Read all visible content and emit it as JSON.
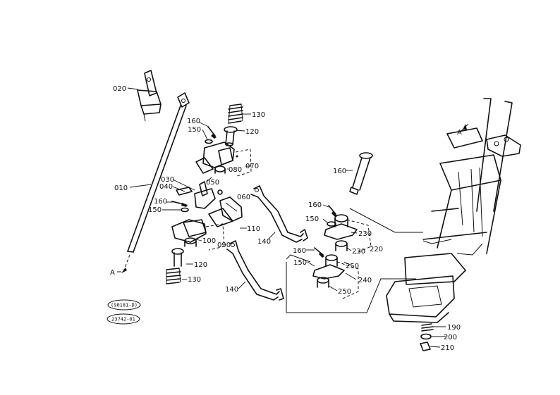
{
  "labels": {
    "p020": "020",
    "p010": "010",
    "p030": "030",
    "p040": "040",
    "p160a": "160",
    "p150a": "150",
    "p160b": "160",
    "p150b": "150",
    "p130a": "130",
    "p120a": "120",
    "p070": "070",
    "p080a": "080",
    "p050": "050",
    "p060": "060",
    "p110": "110",
    "p100": "100",
    "p090": "090",
    "p120b": "120",
    "p130b": "130",
    "p140a": "140",
    "p140b": "140",
    "p160c": "160",
    "p160d": "160",
    "p150c": "150",
    "p230a": "230",
    "p230b": "230",
    "p220": "220",
    "p160e": "160",
    "p150d": "150",
    "p250a": "250",
    "p240": "240",
    "p250b": "250",
    "p190": "190",
    "p200": "200",
    "p210": "210",
    "arrowA": "A",
    "arrowA2": "A"
  },
  "reference_codes": [
    "(90181-D)",
    "23742-01"
  ]
}
